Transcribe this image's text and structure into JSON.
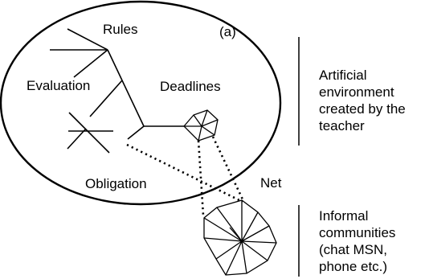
{
  "labels": {
    "panel": "(a)",
    "rules": "Rules",
    "evaluation": "Evaluation",
    "deadlines": "Deadlines",
    "obligation": "Obligation",
    "net": "Net"
  },
  "notes": {
    "artificial_environment": "Artificial\nenvironment\ncreated by the\nteacher",
    "informal_communities": "Informal\ncommunities\n(chat MSN,\nphone etc.)"
  },
  "colors": {
    "ink": "#000000",
    "background": "#ffffff"
  }
}
